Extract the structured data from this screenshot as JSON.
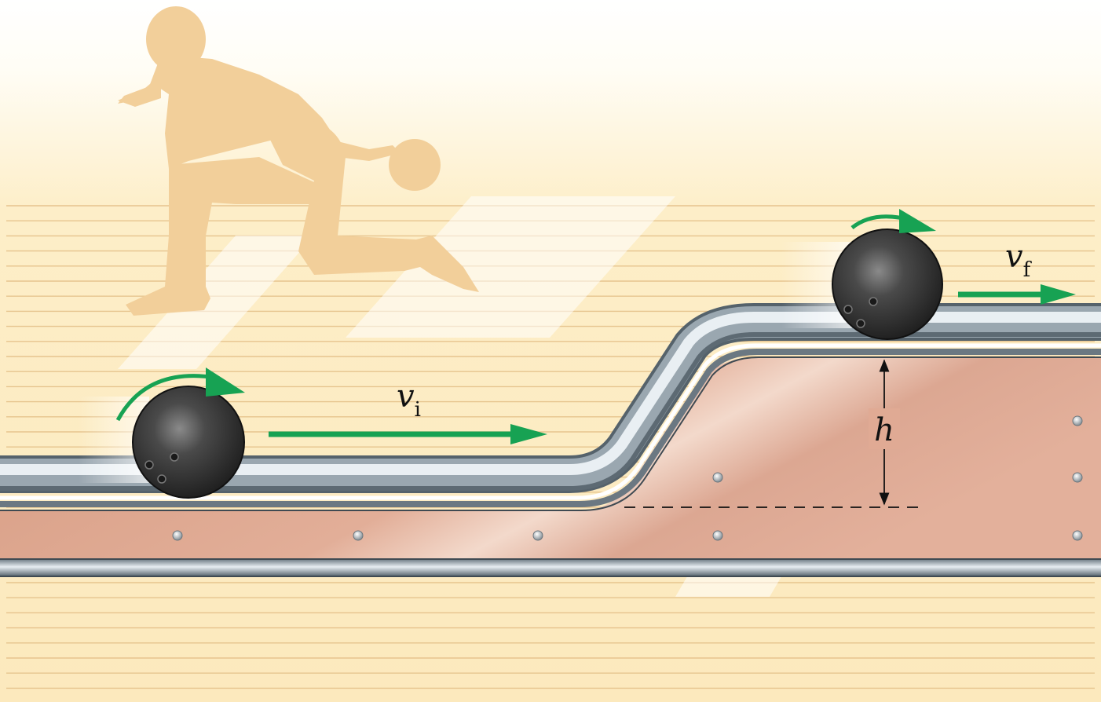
{
  "diagram": {
    "labels": {
      "initial_velocity": {
        "symbol": "v",
        "subscript": "i"
      },
      "final_velocity": {
        "symbol": "v",
        "subscript": "f"
      },
      "height": "h"
    },
    "colors": {
      "background_top": "#fffef8",
      "lane_wood": "#fbe7b8",
      "lane_lines": "#e6c48e",
      "bowler_silhouette": "#f2cf9a",
      "track_copper": "#deaa92",
      "rail_steel": "#8a97a1",
      "rail_dark": "#4d5a63",
      "ball": "#3a3a3a",
      "arrow_green": "#17a253"
    },
    "icons": [
      "bowler-silhouette",
      "bowling-ball",
      "rotation-arrow",
      "velocity-arrow",
      "height-dimension-arrow",
      "rivet"
    ]
  }
}
